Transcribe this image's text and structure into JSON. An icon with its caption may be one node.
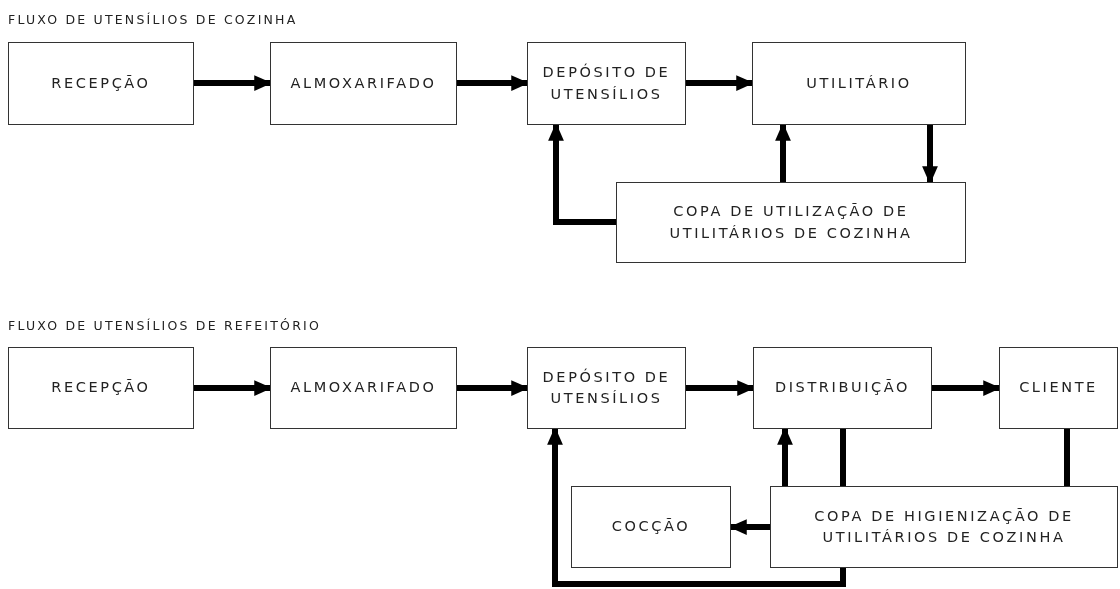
{
  "diagram": {
    "nodes": [
      {
        "text": [
          "RECEPÇÃO"
        ]
      },
      {
        "text": [
          "ALMOXARIFADO"
        ]
      },
      {
        "text": [
          "DEPÓSITO DE UTENSÍLIOS"
        ]
      },
      {
        "text": [
          "UTILITÁRIO"
        ]
      },
      {
        "text": [
          "COPA DE UTILIZAÇÃO DE UTILITÁRIOS DE COZINHA"
        ]
      },
      {
        "text": [
          "RECEPÇÃO"
        ]
      },
      {
        "text": [
          "ALMOXARIFADO"
        ]
      },
      {
        "text": [
          "DEPÓSITO DE UTENSÍLIOS"
        ]
      },
      {
        "text": [
          "DISTRIBUIÇÃO"
        ]
      },
      {
        "text": [
          "CLIENTE"
        ]
      },
      {
        "text": [
          "COCÇÃO"
        ]
      },
      {
        "text": [
          "COPA DE HIGIENIZAÇÃO DE UTILITÁRIOS DE COZINHA"
        ]
      }
    ],
    "edges": [
      {
        "from": 0,
        "to": 1,
        "arrow": "to"
      },
      {
        "from": 1,
        "to": 2,
        "arrow": "to"
      },
      {
        "from": 2,
        "to": 3,
        "arrow": "to"
      },
      {
        "from": 3,
        "to": 4,
        "arrow": "to"
      },
      {
        "from": 4,
        "to": 3,
        "arrow": "to"
      },
      {
        "from": 4,
        "to": 2,
        "arrow": "to"
      },
      {
        "from": 5,
        "to": 6,
        "arrow": "to"
      },
      {
        "from": 6,
        "to": 7,
        "arrow": "to"
      },
      {
        "from": 7,
        "to": 8,
        "arrow": "to"
      },
      {
        "from": 8,
        "to": 9,
        "arrow": "to"
      },
      {
        "from": 8,
        "to": 11,
        "arrow": "none"
      },
      {
        "from": 9,
        "to": 11,
        "arrow": "none"
      },
      {
        "from": 11,
        "to": 8,
        "arrow": "to"
      },
      {
        "from": 11,
        "to": 10,
        "arrow": "to"
      },
      {
        "from": 11,
        "to": 7,
        "arrow": "to"
      }
    ],
    "labels": [
      "FLUXO DE UTENSÍLIOS DE COZINHA",
      "FLUXO DE UTENSÍLIOS DE REFEITÓRIO"
    ]
  }
}
